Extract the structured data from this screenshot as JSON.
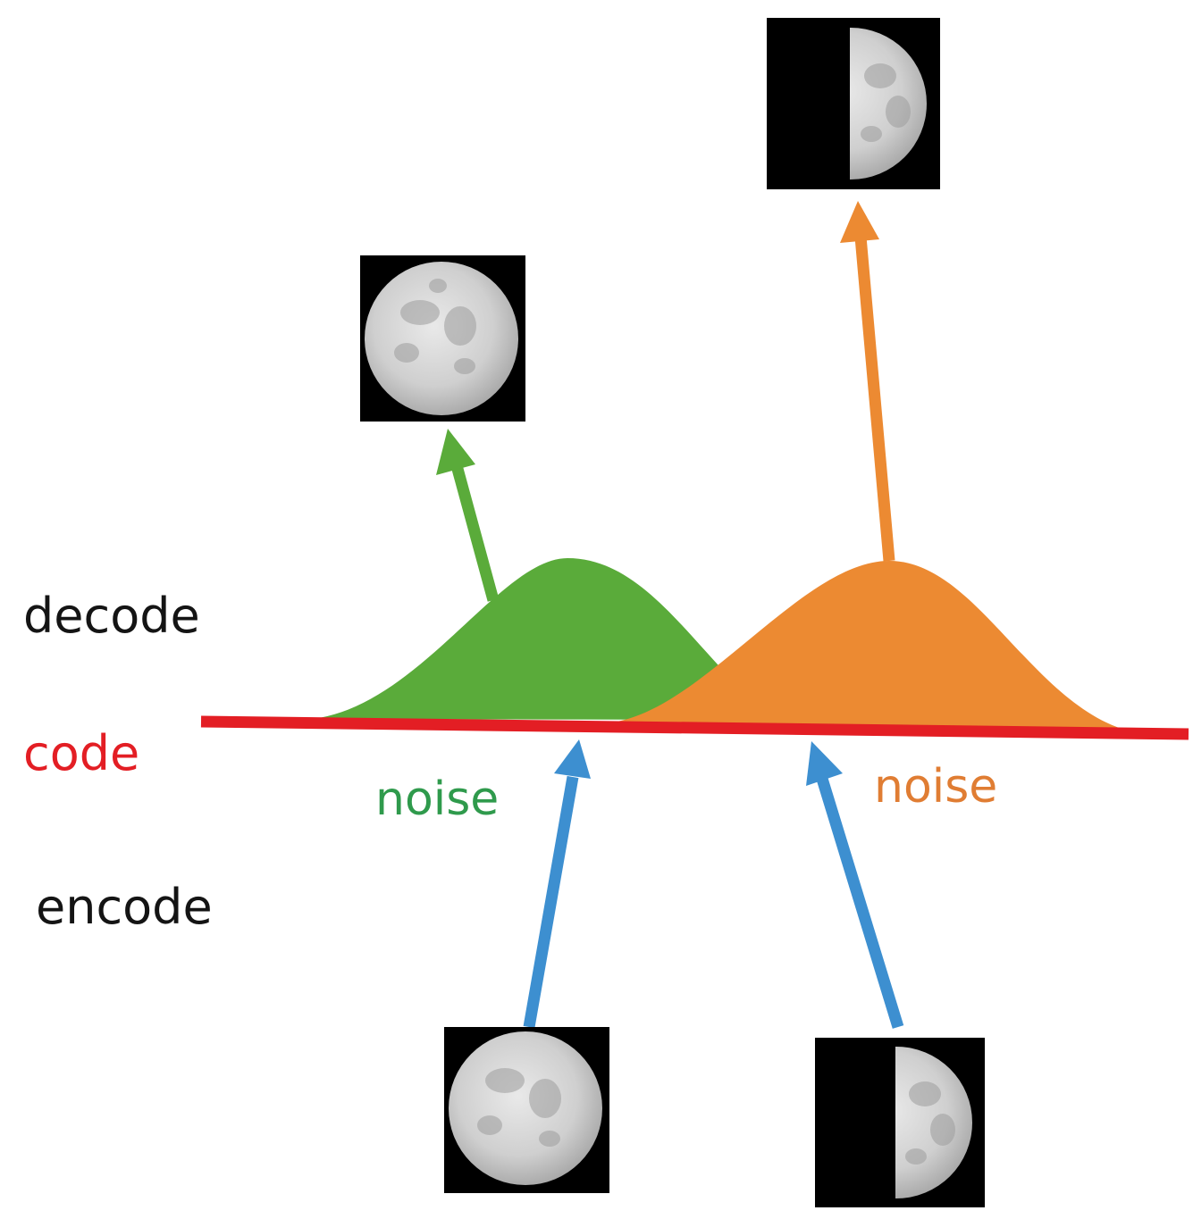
{
  "labels": {
    "decode": "decode",
    "code": "code",
    "encode": "encode",
    "noise_green": "noise",
    "noise_orange": "noise"
  },
  "colors": {
    "green": "#5aab3a",
    "orange": "#ec8a32",
    "blue": "#3d8fd0",
    "code_line": "#e31e24",
    "text": "#141414",
    "green_text": "#2f9a4c",
    "orange_text": "#e07d33",
    "image_bg": "#000000"
  },
  "images": {
    "encoder_inputs": [
      "full-moon",
      "half-moon"
    ],
    "decoder_outputs": [
      "full-moon",
      "half-moon"
    ]
  }
}
